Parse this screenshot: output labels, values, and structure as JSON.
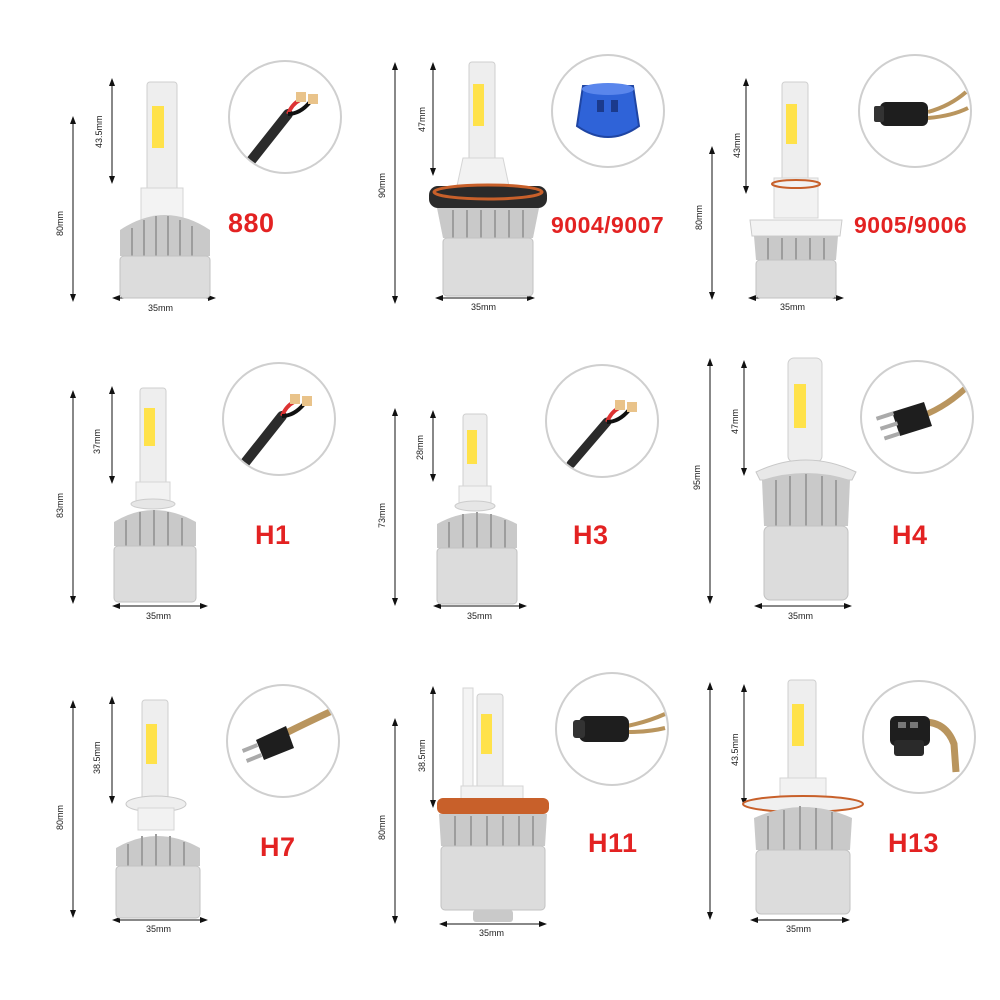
{
  "colors": {
    "model_text": "#e32222",
    "dimension_line": "#111111",
    "led_chip": "#ffe24a",
    "heatsink": "#c9c9c9",
    "ring_orange": "#c8602a",
    "blue_socket": "#2f63d8"
  },
  "items": [
    {
      "model": "880",
      "width": "35mm",
      "height": "80mm",
      "led": "43.5mm",
      "connector": "wire-pair-icon"
    },
    {
      "model": "9004/9007",
      "width": "35mm",
      "height": "90mm",
      "led": "47mm",
      "connector": "blue-socket-icon"
    },
    {
      "model": "9005/9006",
      "width": "35mm",
      "height": "80mm",
      "led": "43mm",
      "connector": "black-plug-icon"
    },
    {
      "model": "H1",
      "width": "35mm",
      "height": "83mm",
      "led": "37mm",
      "connector": "wire-pair-icon"
    },
    {
      "model": "H3",
      "width": "35mm",
      "height": "73mm",
      "led": "28mm",
      "connector": "wire-pair-icon"
    },
    {
      "model": "H4",
      "width": "35mm",
      "height": "95mm",
      "led": "47mm",
      "connector": "three-prong-plug-icon"
    },
    {
      "model": "H7",
      "width": "35mm",
      "height": "80mm",
      "led": "38.5mm",
      "connector": "h7-plug-icon"
    },
    {
      "model": "H11",
      "width": "35mm",
      "height": "80mm",
      "led": "38.5mm",
      "connector": "black-plug-icon"
    },
    {
      "model": "H13",
      "width": "35mm",
      "height": "",
      "led": "43.5mm",
      "connector": "h13-plug-icon"
    }
  ]
}
